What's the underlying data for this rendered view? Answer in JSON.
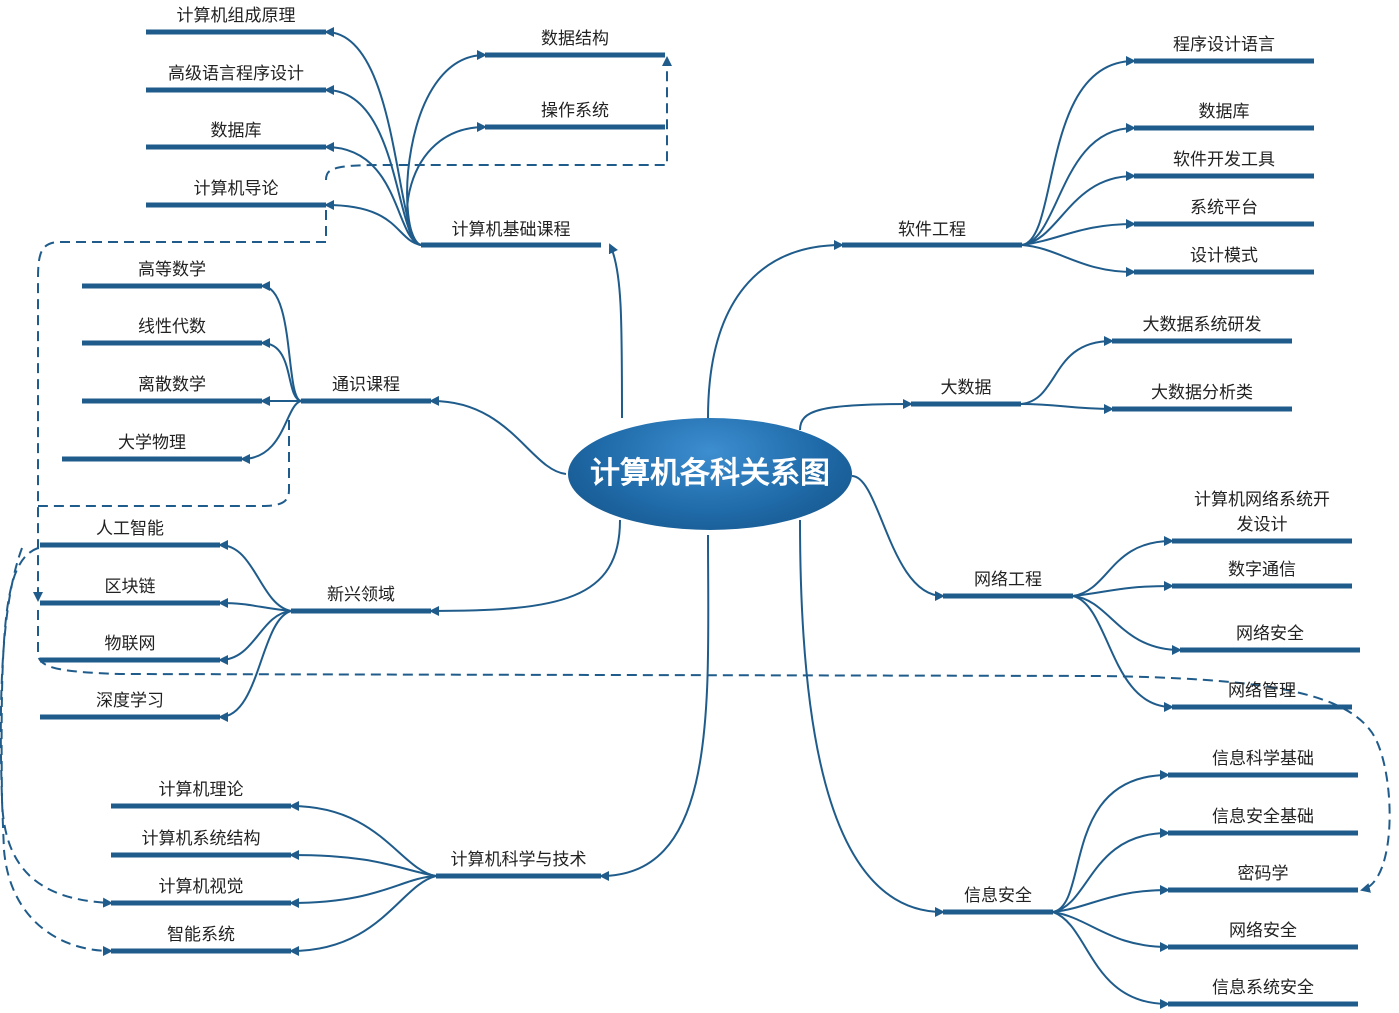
{
  "colors": {
    "line": "#1f5c8b",
    "center": "#1f6aa8"
  },
  "center": "计算机各科关系图",
  "left": {
    "foundation": {
      "label": "计算机基础课程",
      "children": [
        "计算机组成原理",
        "高级语言程序设计",
        "数据库",
        "计算机导论"
      ],
      "children_right": [
        "数据结构",
        "操作系统"
      ]
    },
    "general": {
      "label": "通识课程",
      "children": [
        "高等数学",
        "线性代数",
        "离散数学",
        "大学物理"
      ]
    },
    "emerging": {
      "label": "新兴领域",
      "children": [
        "人工智能",
        "区块链",
        "物联网",
        "深度学习"
      ]
    },
    "cst": {
      "label": "计算机科学与技术",
      "children": [
        "计算机理论",
        "计算机系统结构",
        "计算机视觉",
        "智能系统"
      ]
    }
  },
  "right": {
    "software": {
      "label": "软件工程",
      "children": [
        "程序设计语言",
        "数据库",
        "软件开发工具",
        "系统平台",
        "设计模式"
      ]
    },
    "bigdata": {
      "label": "大数据",
      "children": [
        "大数据系统研发",
        "大数据分析类"
      ]
    },
    "network": {
      "label": "网络工程",
      "children": [
        "计算机网络系统开发设计",
        "数字通信",
        "网络安全",
        "网络管理"
      ],
      "child0_lines": [
        "计算机网络系统开",
        "发设计"
      ]
    },
    "security": {
      "label": "信息安全",
      "children": [
        "信息科学基础",
        "信息安全基础",
        "密码学",
        "网络安全",
        "信息系统安全"
      ]
    }
  }
}
